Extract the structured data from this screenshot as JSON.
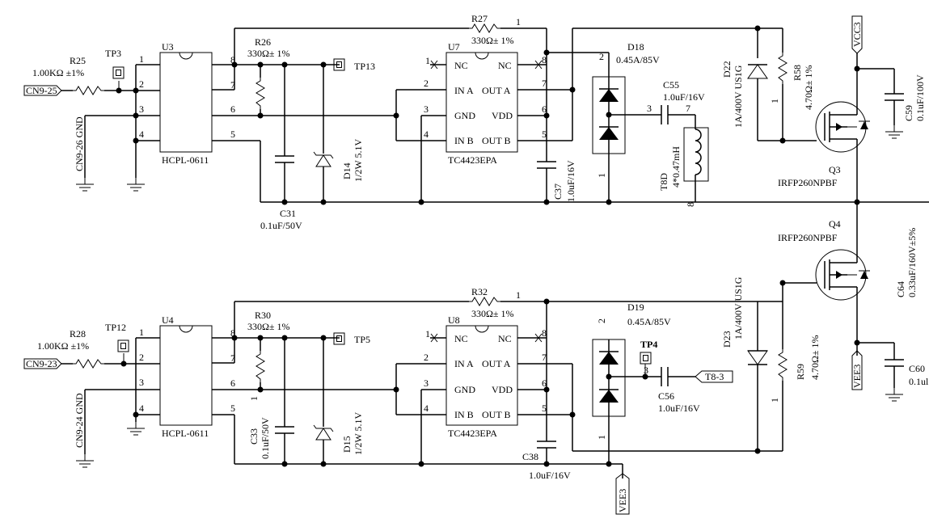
{
  "top": {
    "u": "U3",
    "u_part": "HCPL-0611",
    "r_in": "R25",
    "r_in_val": "1.00KΩ ±1%",
    "tp_in": "TP3",
    "cn_sig": "CN9-25",
    "cn_gnd": "CN9-26 GND",
    "r_pu": "R26",
    "r_pu_val": "330Ω± 1%",
    "tp_out": "TP13",
    "cap": "C31",
    "cap_val": "0.1uF/50V",
    "zener": "D14",
    "zener_val": "1/2W 5.1V",
    "r_top": "R27",
    "r_top_val": "330Ω± 1%",
    "drv": "U7",
    "drv_part": "TC4423EPA",
    "cap2": "C37",
    "cap2_val": "1.0uF/16V",
    "dio": "D18",
    "dio_val": "0.45A/85V",
    "cap3": "C55",
    "cap3_val": "1.0uF/16V",
    "xfmr": "T8D",
    "xfmr_val": "4*0.47mH",
    "d_clamp": "D22",
    "d_clamp_val": "1A/400V US1G",
    "r_gate": "R58",
    "r_gate_val": "4.70Ω± 1%",
    "rail": "VCC3",
    "cap4": "C59",
    "cap4_val": "0.1uF/100V",
    "fet": "Q3",
    "fet_part": "IRFP260NPBF"
  },
  "bottom": {
    "u": "U4",
    "u_part": "HCPL-0611",
    "r_in": "R28",
    "r_in_val": "1.00KΩ ±1%",
    "tp_in": "TP12",
    "cn_sig": "CN9-23",
    "cn_gnd": "CN9-24 GND",
    "r_pu": "R30",
    "r_pu_val": "330Ω± 1%",
    "tp_out": "TP5",
    "cap": "C33",
    "cap_val": "0.1uF/50V",
    "zener": "D15",
    "zener_val": "1/2W 5.1V",
    "r_top": "R32",
    "r_top_val": "330Ω± 1%",
    "drv": "U8",
    "drv_part": "TC4423EPA",
    "cap2": "C38",
    "cap2_val": "1.0uF/16V",
    "dio": "D19",
    "dio_val": "0.45A/85V",
    "tp_mid": "TP4",
    "cap3": "C56",
    "cap3_val": "1.0uF/16V",
    "t_port": "T8-3",
    "d_clamp": "D23",
    "d_clamp_val": "1A/400V US1G",
    "r_gate": "R59",
    "r_gate_val": "4.70Ω± 1%",
    "rail": "VEE3",
    "rail2": "VEE3",
    "cap4": "C64",
    "cap4_val": "0.33uF/160V±5%",
    "cap5": "C60",
    "cap5_val": "0.1ul",
    "fet": "Q4",
    "fet_part": "IRFP260NPBF"
  },
  "pins": {
    "nc": "NC",
    "in_a": "IN A",
    "out_a": "OUT A",
    "gnd": "GND",
    "vdd": "VDD",
    "in_b": "IN B",
    "out_b": "OUT B",
    "p1": "1",
    "p2": "2",
    "p3": "3",
    "p4": "4",
    "p5": "5",
    "p6": "6",
    "p7": "7",
    "p8": "8"
  }
}
